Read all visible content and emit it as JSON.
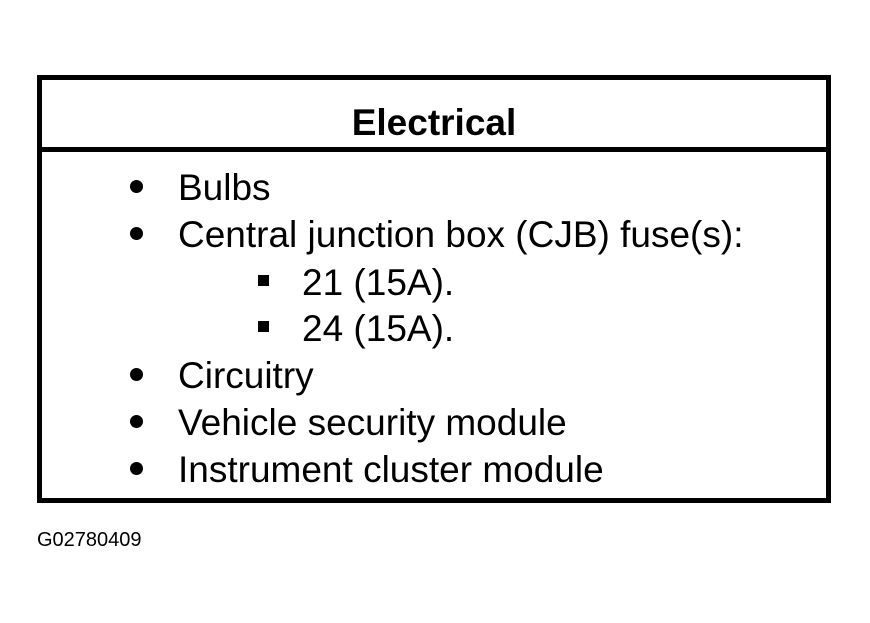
{
  "table": {
    "header": "Electrical",
    "items": [
      "Bulbs",
      "Central junction box (CJB) fuse(s):",
      "21 (15A).",
      "24 (15A).",
      "Circuitry",
      "Vehicle security module",
      "Instrument cluster module"
    ]
  },
  "figure_id": "G02780409"
}
